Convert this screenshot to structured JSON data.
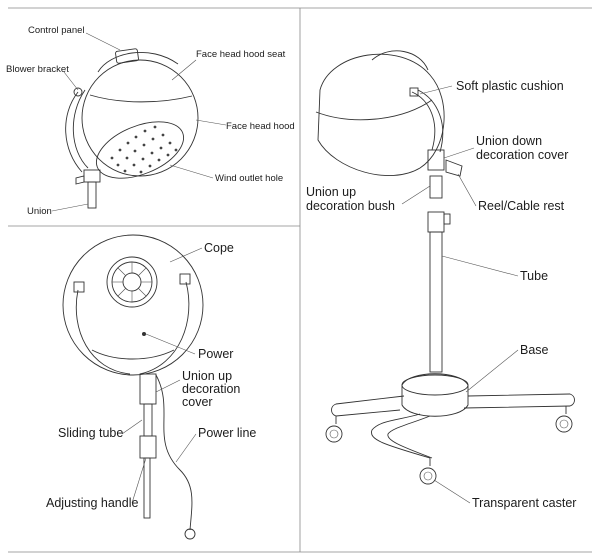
{
  "panel_top_left": {
    "control_panel": "Control panel",
    "blower_bracket": "Blower bracket",
    "face_head_hood_seat": "Face head hood seat",
    "face_head_hood": "Face head hood",
    "wind_outlet_hole": "Wind outlet hole",
    "union": "Union"
  },
  "panel_bottom_left": {
    "cope": "Cope",
    "power": "Power",
    "union_up_decoration_cover": [
      "Union up",
      "decoration",
      "cover"
    ],
    "sliding_tube": "Sliding tube",
    "power_line": "Power line",
    "adjusting_handle": "Adjusting handle"
  },
  "panel_right": {
    "soft_plastic_cushion": "Soft plastic cushion",
    "union_down_decoration_cover": [
      "Union down",
      "decoration cover"
    ],
    "union_up_decoration_bush": [
      "Union up",
      "decoration bush"
    ],
    "reel_cable_rest": "Reel/Cable rest",
    "tube": "Tube",
    "base": "Base",
    "transparent_caster": "Transparent caster"
  }
}
